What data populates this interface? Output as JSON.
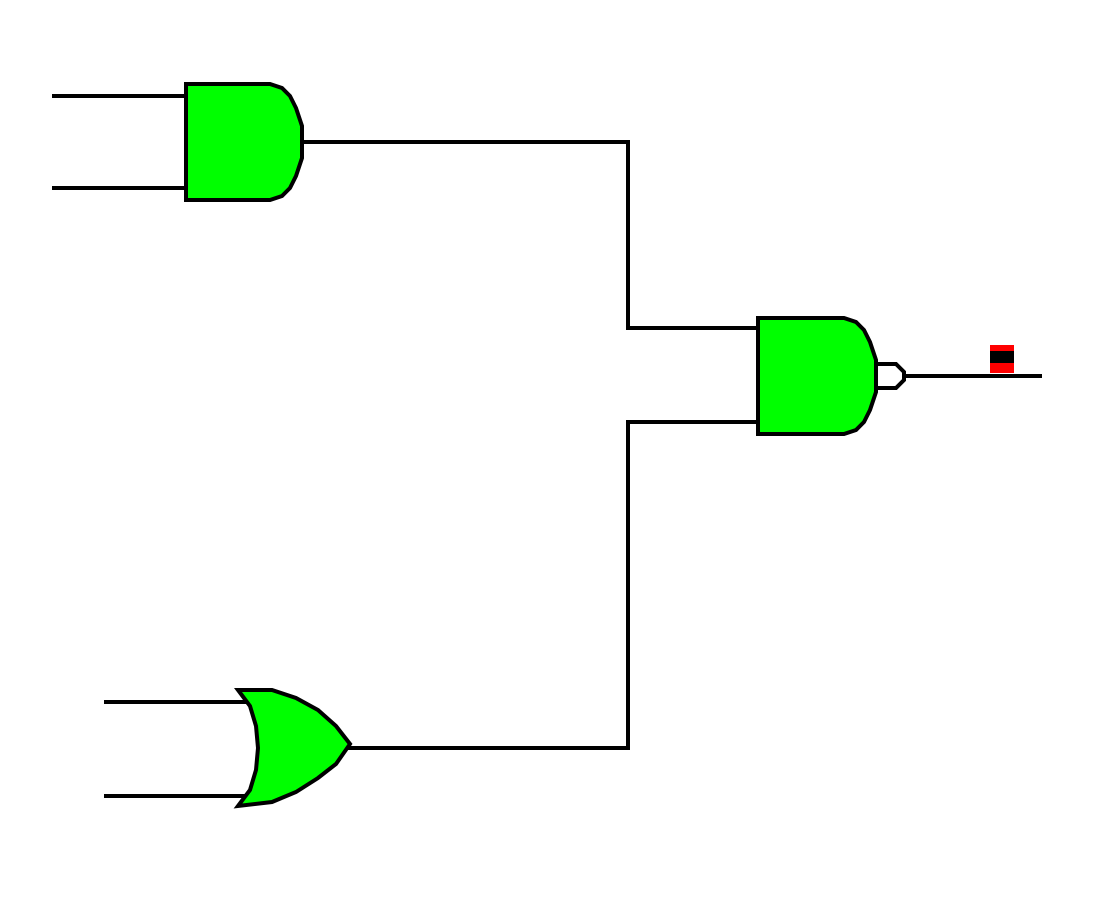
{
  "diagram": {
    "kind": "logic-circuit",
    "gates": [
      {
        "id": "and-gate-1",
        "type": "AND",
        "inputs": 2
      },
      {
        "id": "or-gate-1",
        "type": "OR",
        "inputs": 2
      },
      {
        "id": "nand-gate-1",
        "type": "NAND",
        "inputs": 2
      }
    ],
    "connections": [
      {
        "from": "and-gate-1",
        "to": "nand-gate-1",
        "input": 1
      },
      {
        "from": "or-gate-1",
        "to": "nand-gate-1",
        "input": 2
      }
    ],
    "output_indicator": {
      "state": "unknown"
    }
  },
  "colors": {
    "gate_fill": "#00ff00",
    "stroke": "#000000",
    "bubble_fill": "#ffffff",
    "indicator_red": "#ff0000",
    "indicator_black": "#000000",
    "background": "#ffffff"
  }
}
